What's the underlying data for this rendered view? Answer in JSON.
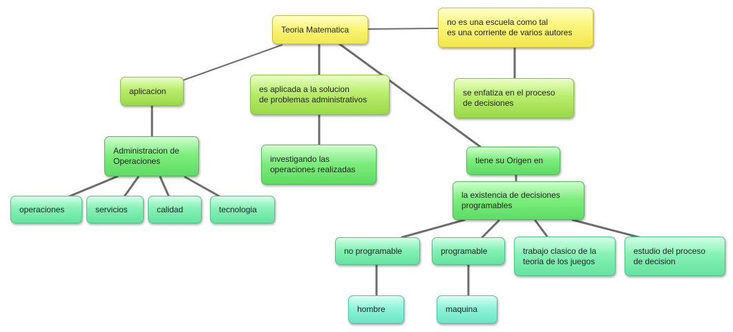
{
  "nodes": {
    "teoria_matematica": "Teoria Matematica",
    "no_es_escuela": "no es una escuela como tal\nes una corriente de varios autores",
    "aplicacion": "aplicacion",
    "es_aplicada": "es aplicada a la solucion\nde problemas administrativos",
    "se_enfatiza": "se enfatiza en el proceso\nde decisiones",
    "administracion": "Administracion de\nOperaciones",
    "investigando": "investigando las\noperaciones realizadas",
    "tiene_origen": "tiene su Origen en",
    "existencia": "la existencia de decisiones\nprogramables",
    "operaciones": "operaciones",
    "servicios": "servicios",
    "calidad": "calidad",
    "tecnologia": "tecnologia",
    "no_programable": "no programable",
    "programable": "programable",
    "trabajo_clasico": "trabajo clasico de la\nteoria de los juegos",
    "estudio": "estudio del proceso\nde decision",
    "hombre": "hombre",
    "maquina": "maquina"
  },
  "colors": {
    "root": "#f7ef66",
    "level1": "#b2e864",
    "level2": "#74ea78",
    "leaf": "#7cefb0",
    "terminal": "#86f2d4",
    "connector": "#6b6b6b"
  }
}
